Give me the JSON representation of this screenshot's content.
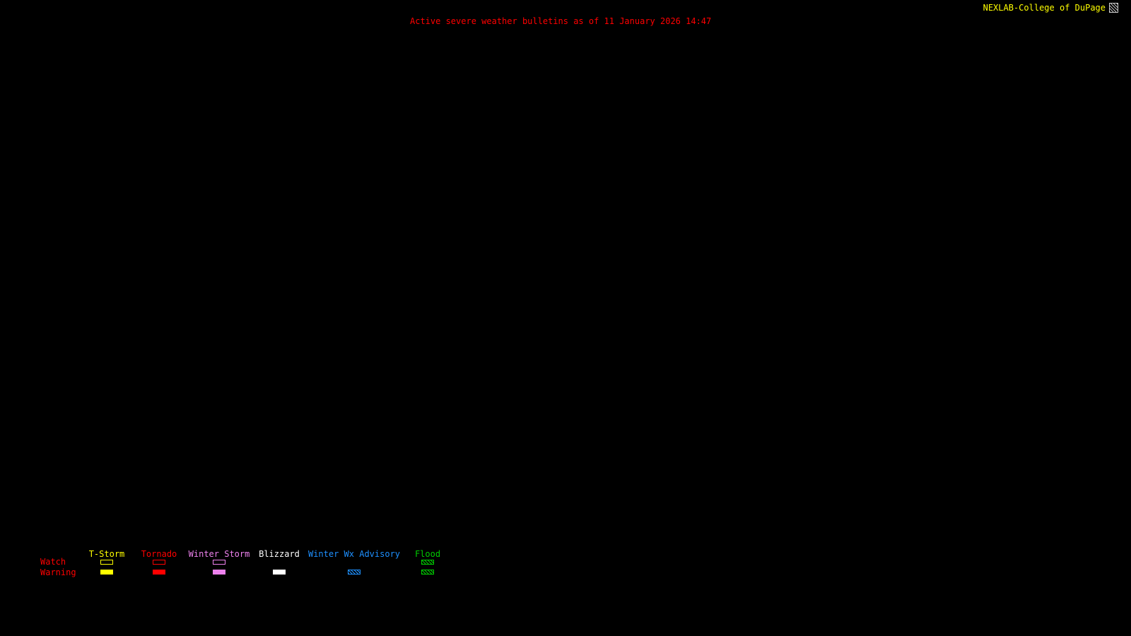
{
  "header": {
    "brand": "NEXLAB-College of DuPage",
    "brand_color": "#ffff00",
    "title": "Active severe weather bulletins as of 11 January 2026 14:47",
    "title_color": "#ff0000",
    "logo_icon": "cod-logo-icon"
  },
  "map": {
    "background_color": "#000000"
  },
  "legend": {
    "row_label_color": "#ff0000",
    "rows": [
      {
        "label": "Watch"
      },
      {
        "label": "Warning"
      }
    ],
    "columns": [
      {
        "label": "T-Storm",
        "color": "#ffff00",
        "watch_style": "outline",
        "warning_style": "filled"
      },
      {
        "label": "Tornado",
        "color": "#ff0000",
        "watch_style": "outline",
        "warning_style": "filled"
      },
      {
        "label": "Winter Storm",
        "color": "#ee82ee",
        "watch_style": "outline",
        "warning_style": "filled"
      },
      {
        "label": "Blizzard",
        "color": "#ffffff",
        "watch_style": "none",
        "warning_style": "filled"
      },
      {
        "label": "Winter Wx Advisory",
        "color": "#1e90ff",
        "watch_style": "none",
        "warning_style": "hatched"
      },
      {
        "label": "Flood",
        "color": "#00cc00",
        "watch_style": "hatched",
        "warning_style": "hatched"
      }
    ]
  }
}
